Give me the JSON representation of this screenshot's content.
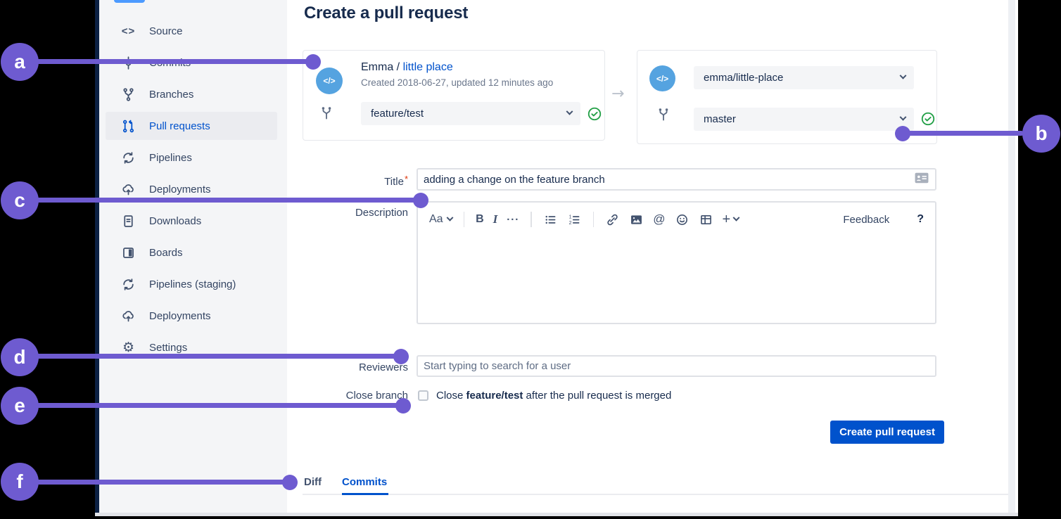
{
  "colors": {
    "accent_purple": "#6E5BD0",
    "link_blue": "#0052CC",
    "button_blue": "#0052CC",
    "success_green": "#23A047",
    "avatar_blue": "#55A3E0"
  },
  "sidebar": {
    "items": [
      {
        "label": "Source",
        "icon": "code",
        "selected": false
      },
      {
        "label": "Commits",
        "icon": "commit",
        "selected": false
      },
      {
        "label": "Branches",
        "icon": "branch",
        "selected": false
      },
      {
        "label": "Pull requests",
        "icon": "pull-request",
        "selected": true
      },
      {
        "label": "Pipelines",
        "icon": "pipelines",
        "selected": false
      },
      {
        "label": "Deployments",
        "icon": "deployments",
        "selected": false
      },
      {
        "label": "Downloads",
        "icon": "downloads",
        "selected": false
      },
      {
        "label": "Boards",
        "icon": "boards",
        "selected": false
      },
      {
        "label": "Pipelines (staging)",
        "icon": "pipelines",
        "selected": false
      },
      {
        "label": "Deployments",
        "icon": "deployments",
        "selected": false
      },
      {
        "label": "Settings",
        "icon": "settings",
        "selected": false
      }
    ]
  },
  "main": {
    "title": "Create a pull request",
    "source_card": {
      "avatar_glyph": "</>",
      "repo_owner": "Emma / ",
      "repo_link": "little place",
      "meta": "Created 2018-06-27, updated 12 minutes ago",
      "branch": "feature/test"
    },
    "dest_card": {
      "avatar_glyph": "</>",
      "repo": "emma/little-place",
      "branch": "master",
      "arrow": "→"
    },
    "form": {
      "title_label": "Title",
      "title_required": "*",
      "title_value": "adding a change on the feature branch",
      "description_label": "Description",
      "toolbar": {
        "text_style": "Aa",
        "bold": "B",
        "italic": "I",
        "more": "···",
        "at": "@",
        "plus": "+",
        "feedback": "Feedback",
        "help": "?"
      },
      "reviewers_label": "Reviewers",
      "reviewers_placeholder": "Start typing to search for a user",
      "close_branch_label": "Close branch",
      "close_text_pre": "Close ",
      "close_branch_name": "feature/test",
      "close_text_post": " after the pull request is merged",
      "submit_label": "Create pull request"
    },
    "tabs": [
      {
        "label": "Diff",
        "active": false
      },
      {
        "label": "Commits",
        "active": true
      }
    ]
  },
  "annotations": [
    "a",
    "b",
    "c",
    "d",
    "e",
    "f"
  ]
}
